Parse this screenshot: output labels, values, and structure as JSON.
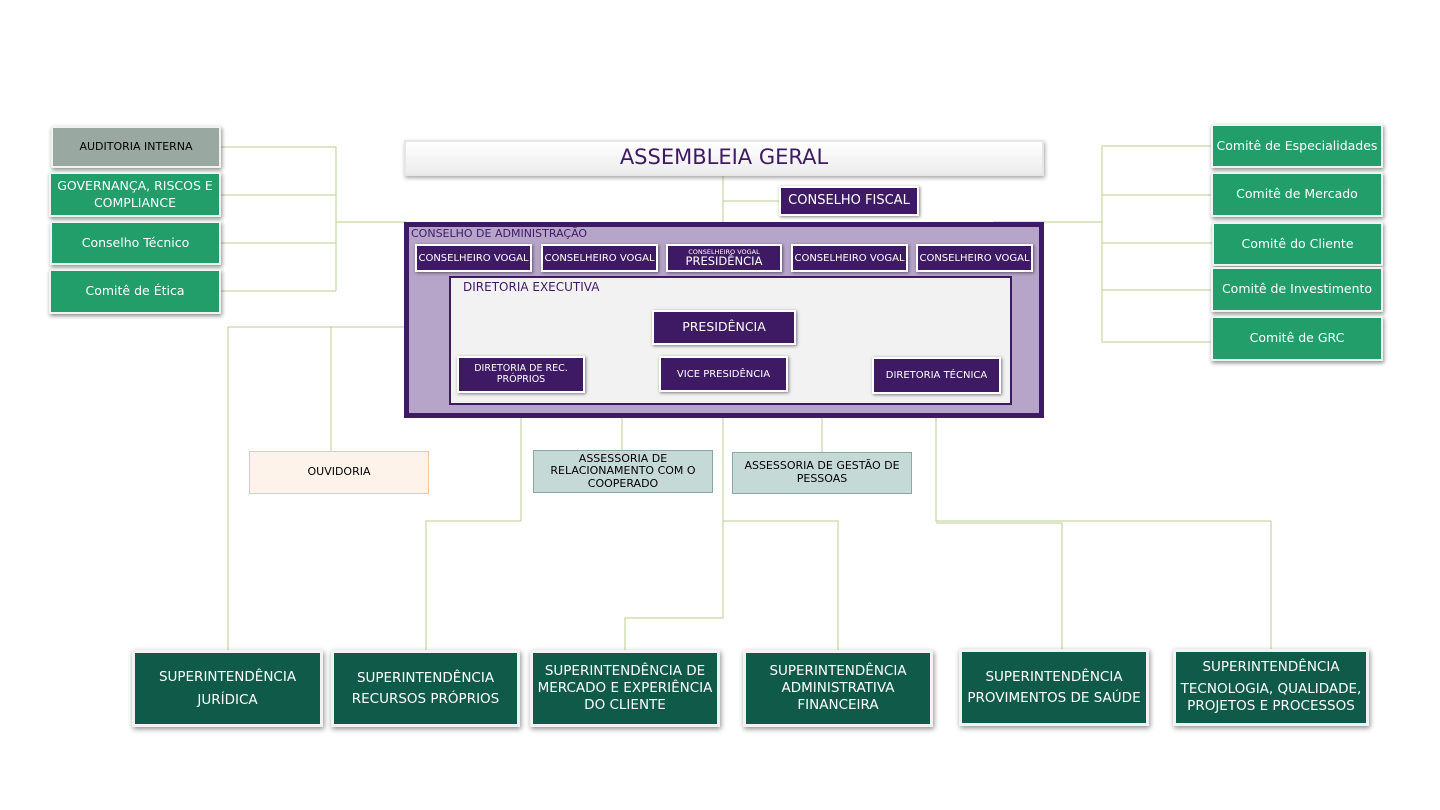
{
  "assembleia": "ASSEMBLEIA GERAL",
  "conselho_fiscal": "CONSELHO FISCAL",
  "conselho_adm": {
    "title": "CONSELHO DE ADMINISTRAÇÃO",
    "vogais": [
      "CONSELHEIRO VOGAL",
      "CONSELHEIRO VOGAL",
      "CONSELHEIRO VOGAL",
      "CONSELHEIRO VOGAL"
    ],
    "presidencia_small": "CONSELHEIRO VOGAL",
    "presidencia_big": "PRESIDÊNCIA"
  },
  "diretoria": {
    "title": "DIRETORIA EXECUTIVA",
    "presidencia": "PRESIDÊNCIA",
    "rec_proprios": "DIRETORIA DE REC. PRÓPRIOS",
    "vice": "VICE PRESIDÊNCIA",
    "tecnica": "DIRETORIA TÉCNICA"
  },
  "left_boxes": {
    "auditoria": "AUDITORIA INTERNA",
    "governanca": "GOVERNANÇA, RISCOS E COMPLIANCE",
    "tecnico": "Conselho Técnico",
    "etica": "Comitê de Ética"
  },
  "comites": [
    "Comitê de Especialidades",
    "Comitê de Mercado",
    "Comitê do Cliente",
    "Comitê de Investimento",
    "Comitê de GRC"
  ],
  "ouvidoria": "OUVIDORIA",
  "assessoria_coop": "ASSESSORIA DE RELACIONAMENTO COM O COOPERADO",
  "assessoria_gp": "ASSESSORIA DE GESTÃO DE PESSOAS",
  "superintendencias": {
    "juridica_1": "SUPERINTENDÊNCIA",
    "juridica_2": "JURÍDICA",
    "recursos": "SUPERINTENDÊNCIA RECURSOS PRÓPRIOS",
    "mercado": "SUPERINTENDÊNCIA DE MERCADO E EXPERIÊNCIA DO CLIENTE",
    "adm": "SUPERINTENDÊNCIA ADMINISTRATIVA FINANCEIRA",
    "saude": "SUPERINTENDÊNCIA PROVIMENTOS DE SAÚDE",
    "tec_1": "SUPERINTENDÊNCIA",
    "tec_2": "TECNOLOGIA,  QUALIDADE, PROJETOS E PROCESSOS"
  },
  "colors": {
    "green": "#229e6b",
    "dark_green": "#0f5a49",
    "dark_purple": "#3f1a64",
    "light_purple": "#b7a5c9",
    "connector": "#b9cf8e"
  }
}
